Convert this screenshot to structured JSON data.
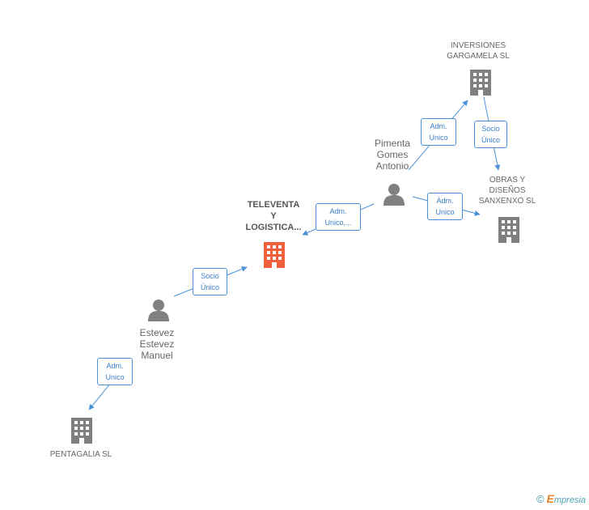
{
  "colors": {
    "edge": "#4a90d9",
    "node": "#808080",
    "main_node": "#f0603a",
    "tag_text": "#3a7fc8"
  },
  "nodes": {
    "inversiones": {
      "name": "INVERSIONES GARGAMELA SL",
      "line1": "INVERSIONES",
      "line2": "GARGAMELA SL",
      "icon": "building-icon"
    },
    "obras": {
      "name": "OBRAS Y DISEÑOS SANXENXO SL",
      "line1": "OBRAS Y",
      "line2": "DISEÑOS",
      "line3": "SANXENXO SL",
      "icon": "building-icon"
    },
    "televenta": {
      "name": "TELEVENTA Y LOGISTICA...",
      "line1": "TELEVENTA",
      "line2": "Y",
      "line3": "LOGISTICA...",
      "icon": "building-icon"
    },
    "pentagalia": {
      "name": "PENTAGALIA SL",
      "line1": "PENTAGALIA SL",
      "icon": "building-icon"
    },
    "pimenta": {
      "name": "Pimenta Gomes Antonio",
      "line1": "Pimenta",
      "line2": "Gomes",
      "line3": "Antonio",
      "icon": "person-icon"
    },
    "estevez": {
      "name": "Estevez Estevez Manuel",
      "line1": "Estevez",
      "line2": "Estevez",
      "line3": "Manuel",
      "icon": "person-icon"
    }
  },
  "edges": [
    {
      "from": "pimenta",
      "to": "inversiones",
      "label1": "Adm.",
      "label2": "Unico"
    },
    {
      "from": "inversiones",
      "to": "obras",
      "label1": "Socio",
      "label2": "Único"
    },
    {
      "from": "pimenta",
      "to": "obras",
      "label1": "Adm.",
      "label2": "Unico"
    },
    {
      "from": "pimenta",
      "to": "televenta",
      "label1": "Adm.",
      "label2": "Unico,..."
    },
    {
      "from": "estevez",
      "to": "televenta",
      "label1": "Socio",
      "label2": "Único"
    },
    {
      "from": "estevez",
      "to": "pentagalia",
      "label1": "Adm.",
      "label2": "Unico"
    }
  ],
  "footer": {
    "copyright": "©",
    "brand_first": "E",
    "brand_rest": "mpresia"
  }
}
